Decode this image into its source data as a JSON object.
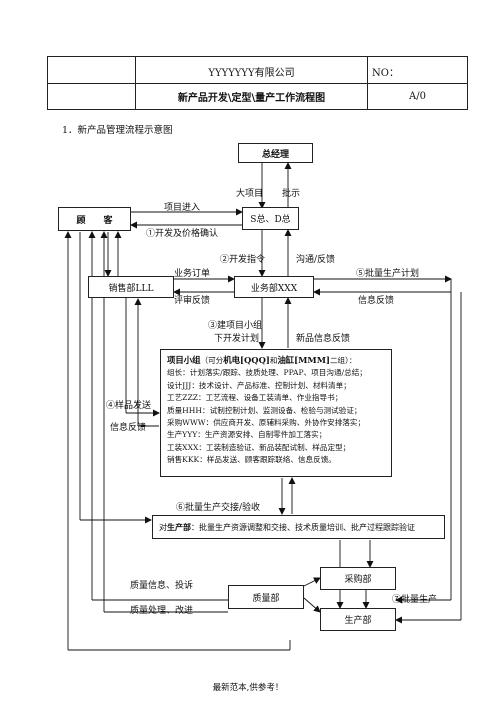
{
  "header": {
    "company": "YYYYYYY有限公司",
    "no_label": "NO：",
    "doc_title": "新产品开发\\定型\\量产工作流程图",
    "revision": "A/0"
  },
  "section_title": "1．新产品管理流程示意图",
  "boxes": {
    "gm": "总经理",
    "customer": "顾　　客",
    "sd": "S总、D总",
    "sales": "销售部LLL",
    "business": "业务部XXX",
    "quality": "质量部",
    "purchasing": "采购部",
    "production": "生产部"
  },
  "team": {
    "title": "项目小组",
    "title_note_1": "（可分",
    "title_mid_1": "机电[QQQ]",
    "title_note_2": "和",
    "title_mid_2": "油缸[MMM]",
    "title_note_3": "二组）：",
    "lines": [
      "组长：计划落实/跟踪、技质处理、PPAP、项目沟通/总结；",
      "设计JJJ：技术设计、产品标准、控制计划、材料清单；",
      "工艺ZZZ：工艺流程、设备工装清单、作业指导书；",
      "质量HHH：试制控制计划、监测设备、检验与测试验证；",
      "采购WWW：供应商开发、原辅料采购、外协作安排落实；",
      "生产YYY：生产资源安排、自制零件加工落实；",
      "工装XXX：工装制造验证、新品装配试制、样品定型；",
      "销售KKK：样品发送、顾客跟踪联络、信息反馈。"
    ]
  },
  "production_box": {
    "prefix": "对",
    "bold": "生产部",
    "text": "：批量生产资源调整和交接、技术质量培训、批产过程跟踪验证"
  },
  "labels": {
    "big_project": "大项目",
    "instruct": "批示",
    "project_in": "项目进入",
    "step1": "①开发及价格确认",
    "step2": "②开发指令",
    "comm": "沟通/反馈",
    "biz_order": "业务订单",
    "review_fb": "评审反馈",
    "step5": "⑤批量生产计划",
    "info_fb": "信息反馈",
    "step3a": "③建项目小组",
    "step3b": "下开发计划",
    "new_info": "新品信息反馈",
    "step4": "④样品发送",
    "info_fb2": "信息反馈",
    "step6": "⑥批量生产交接/验收",
    "quality_info": "质量信息、投诉",
    "quality_fix": "质量处理、改进",
    "step7": "⑦批量生产"
  },
  "footer": "最新范本,供参考！"
}
